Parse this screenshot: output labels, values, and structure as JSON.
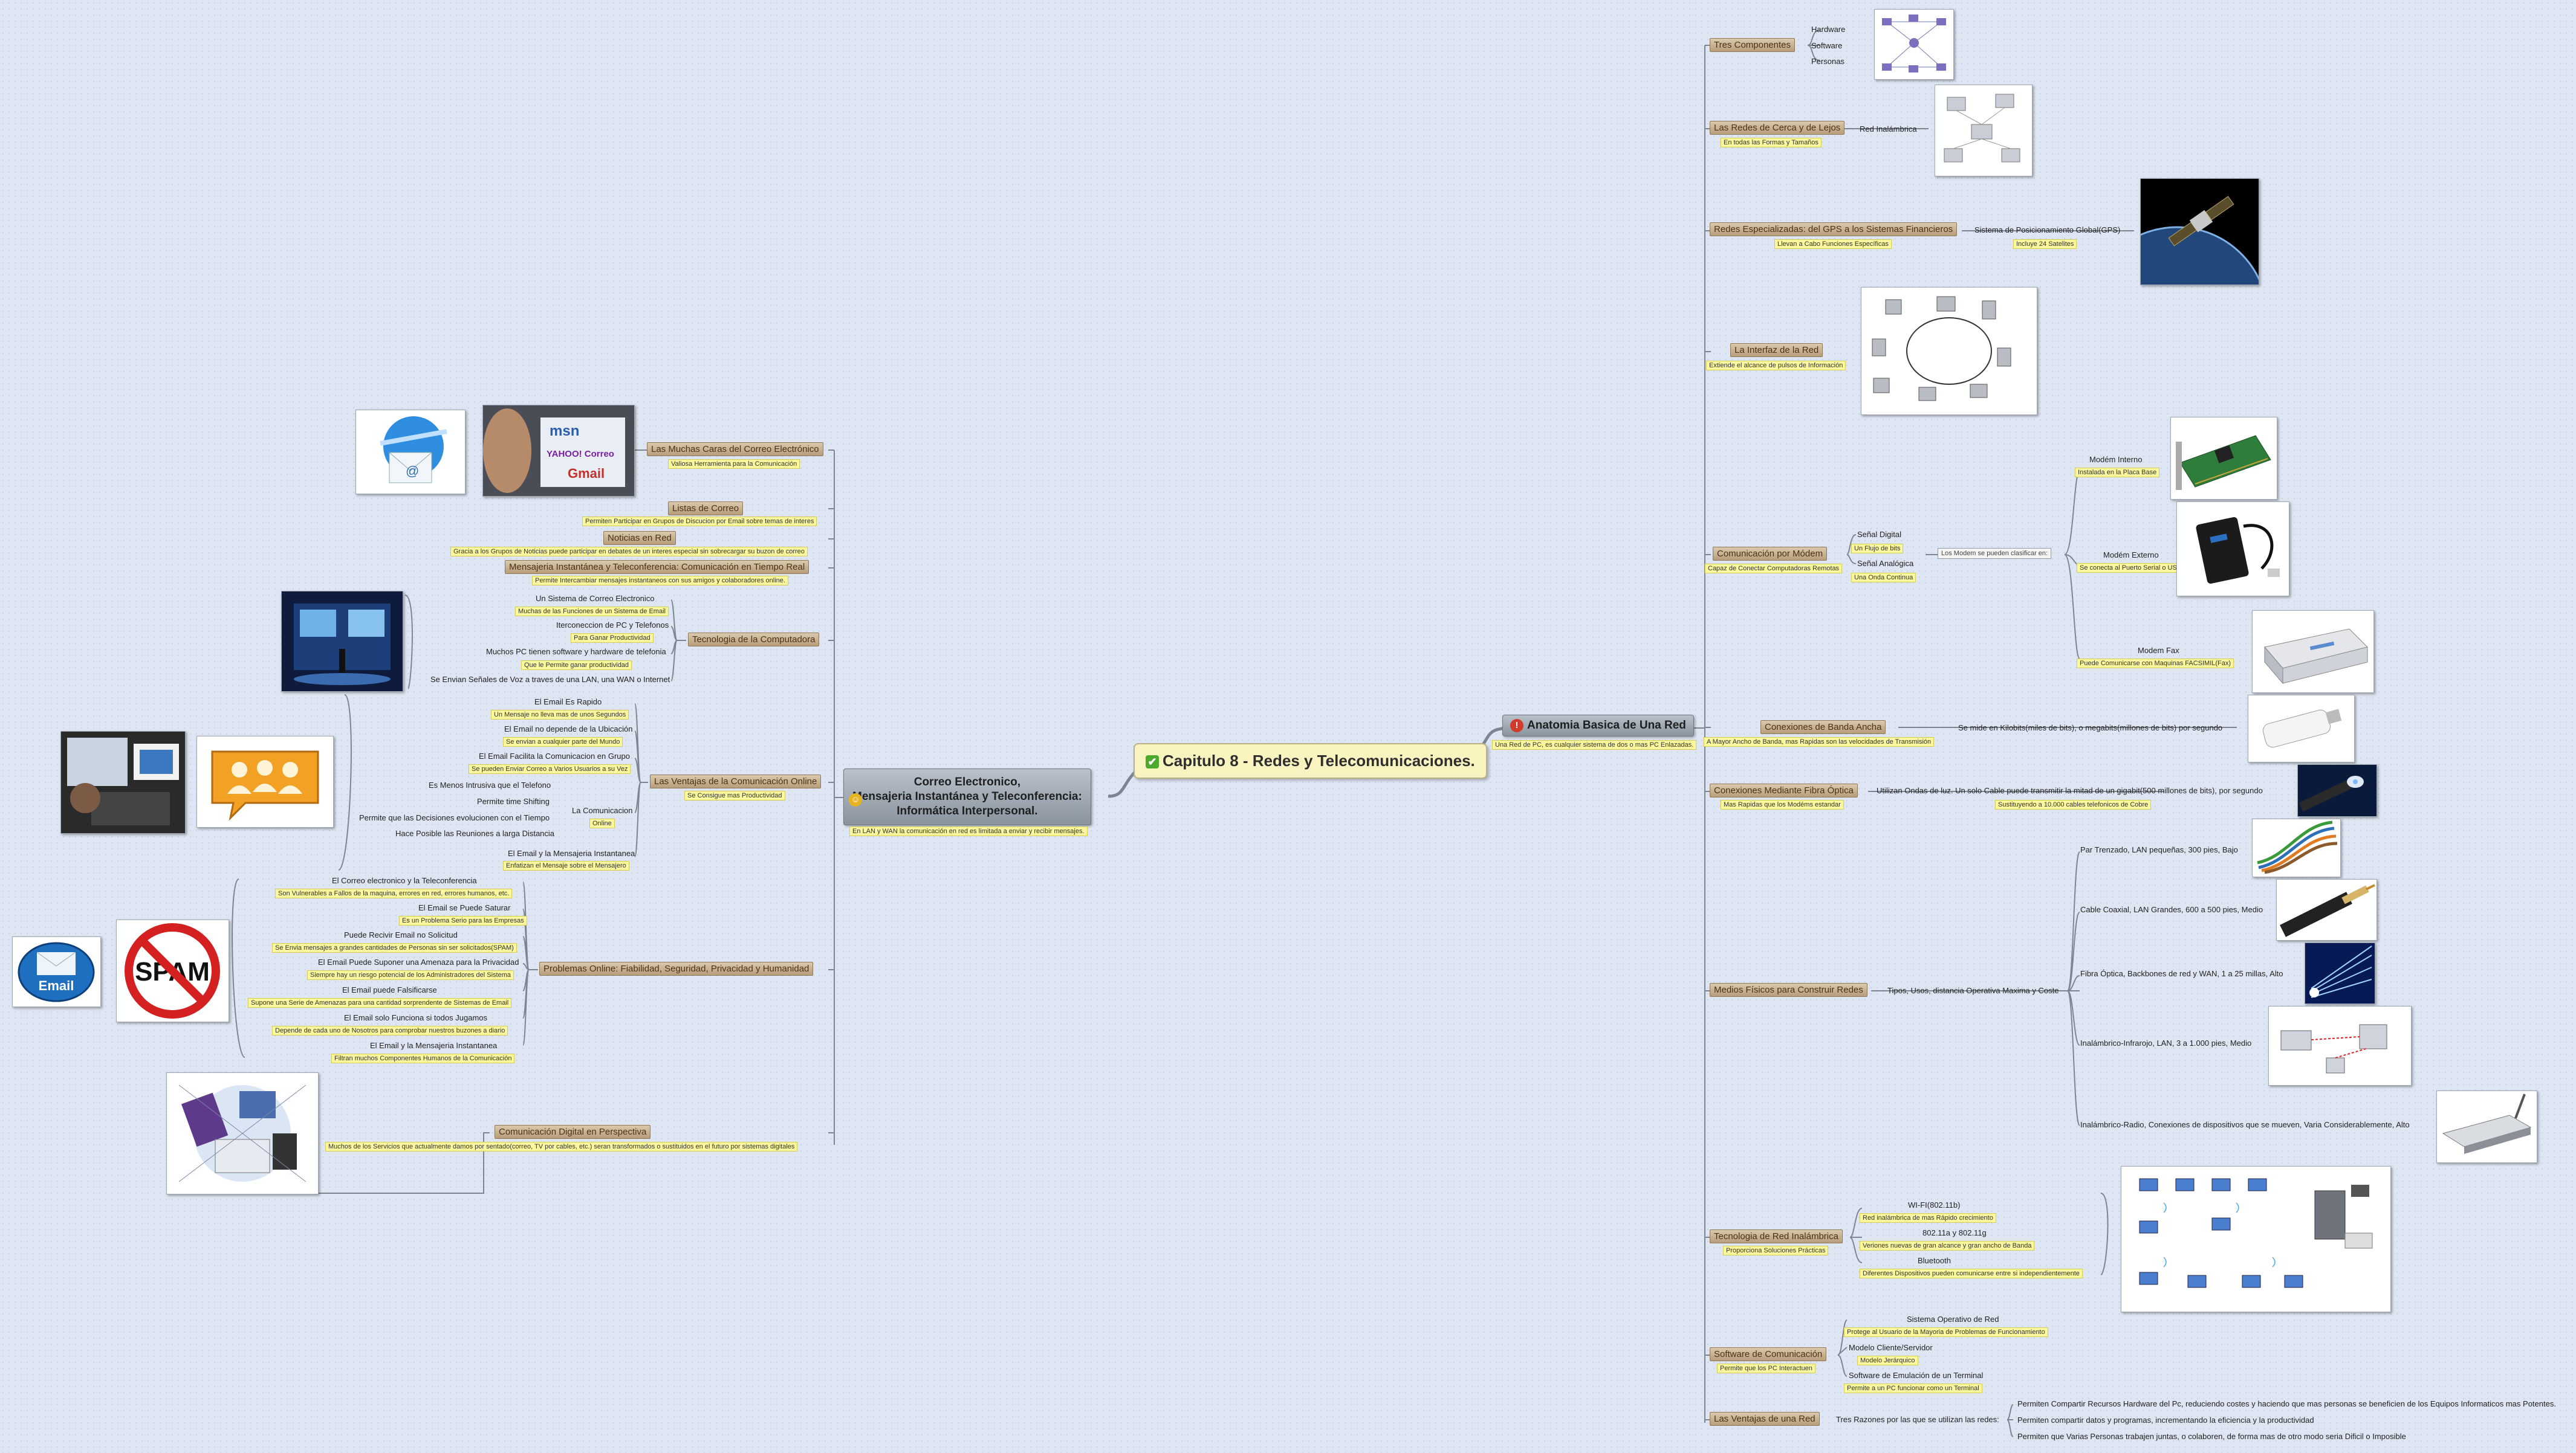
{
  "central": {
    "title": "Capitulo 8 - Redes y Telecomunicaciones."
  },
  "right_root": {
    "title": "Anatomia Basica de Una Red",
    "note": "Una Red de PC, es cualquier sistema de dos o mas PC Enlazadas."
  },
  "left_root": {
    "line1": "Correo Electronico,",
    "line2": "Mensajeria Instantánea y Teleconferencia:",
    "line3": "Informática Interpersonal.",
    "note": "En LAN y WAN la comunicación en red es limitada a enviar y recibir mensajes."
  },
  "right": {
    "tres": {
      "topic": "Tres Componentes",
      "items": [
        "Hardware",
        "Software",
        "Personas"
      ]
    },
    "cerca": {
      "topic": "Las Redes de Cerca y de Lejos",
      "note": "En todas las Formas y Tamaños",
      "item": "Red Inalámbrica"
    },
    "gps": {
      "topic": "Redes Especializadas: del GPS a los Sistemas Financieros",
      "note": "Llevan a Cabo Funciones Específicas",
      "item": "Sistema de Posicionamiento Global(GPS)",
      "item_note": "Incluye 24 Satelites"
    },
    "interfaz": {
      "topic": "La Interfaz de la Red",
      "note": "Extiende el alcance de pulsos de Información"
    },
    "modem": {
      "topic": "Comunicación por Módem",
      "note": "Capaz de Conectar Computadoras Remotas",
      "digital": "Señal Digital",
      "digital_note": "Un Flujo de bits",
      "analogica": "Señal Analógica",
      "analogica_note": "Una Onda Continua",
      "clasificar": "Los Modem se pueden clasificar en:",
      "interno": "Modém Interno",
      "interno_note": "Instalada en la Placa Base",
      "externo": "Modém Externo",
      "externo_note": "Se conecta al Puerto Serial o USB",
      "fax": "Modem Fax",
      "fax_note": "Puede Comunicarse con Maquinas FACSIMIL(Fax)"
    },
    "banda": {
      "topic": "Conexiones de Banda Ancha",
      "note": "A Mayor Ancho de Banda, mas Rapidas son las velocidades de Transmisión",
      "item": "Se mide en Kilobits(miles de bits), o megabits(millones de bits) por segundo"
    },
    "fibra": {
      "topic": "Conexiones Mediante Fibra Óptica",
      "note": "Mas Rapidas que los Modéms estandar",
      "item": "Utilizan Ondas de luz. Un solo Cable puede transmitir la mitad de un gigabit(500 millones de bits), por segundo",
      "item_note": "Sustituyendo a 10.000 cables telefonicos de Cobre"
    },
    "medios": {
      "topic": "Medios Físicos para Construir Redes",
      "item": "Tipos, Usos, distancia Operativa Maxima y Coste",
      "m1": "Par Trenzado, LAN pequeñas, 300 pies, Bajo",
      "m2": "Cable Coaxial, LAN Grandes, 600 a 500 pies, Medio",
      "m3": "Fibra Óptica, Backbones de red y WAN, 1 a 25 millas, Alto",
      "m4": "Inalámbrico-Infrarojo, LAN, 3 a 1.000 pies, Medio",
      "m5": "Inalámbrico-Radio, Conexiones de dispositivos que se mueven, Varia Considerablemente, Alto"
    },
    "inalam": {
      "topic": "Tecnologia de Red Inalámbrica",
      "note": "Proporciona Soluciones Prácticas",
      "i1": "WI-FI(802.11b)",
      "i1n": "Red inalámbrica de mas Rápido crecimiento",
      "i2": "802.11a y 802.11g",
      "i2n": "Veriones nuevas de gran alcance y gran ancho de Banda",
      "i3": "Bluetooth",
      "i3n": "Diferentes Dispositivos pueden comunicarse entre si independientemente"
    },
    "software": {
      "topic": "Software de Comunicación",
      "note": "Permite que los PC Interactuen",
      "s1": "Sistema Operativo de Red",
      "s1n": "Protege al Usuario de la Mayoria de Problemas de Funcionamiento",
      "s2": "Modelo Cliente/Servidor",
      "s2n": "Modelo Jerárquico",
      "s3": "Software de Emulación de un Terminal",
      "s3n": "Permite a un PC funcionar como un Terminal"
    },
    "ventajas": {
      "topic": "Las Ventajas de una Red",
      "item": "Tres Razones por las que se utilizan las redes:",
      "v1": "Permiten Compartir Recursos Hardware del Pc, reduciendo costes y haciendo que mas personas se beneficien de los Equipos Informaticos mas Potentes.",
      "v2": "Permiten compartir datos y programas, incrementando la eficiencia y la productividad",
      "v3": "Permiten que Varias Personas trabajen juntas, o colaboren, de forma mas de otro modo seria Dificil o Imposible"
    }
  },
  "left": {
    "caras": {
      "topic": "Las Muchas Caras del Correo Electrónico",
      "note": "Valiosa Herramienta para la Comunicación"
    },
    "listas": {
      "topic": "Listas de Correo",
      "note": "Permiten Participar en Grupos de Discucion por Email sobre temas de interes"
    },
    "noticias": {
      "topic": "Noticias en Red",
      "note": "Gracia a los Grupos de Noticias puede participar en debates de un interes especial sin sobrecargar su buzon de correo"
    },
    "mensajeria": {
      "topic": "Mensajeria Instantánea y Teleconferencia: Comunicación en Tiempo Real",
      "note": "Permite Intercambiar mensajes instantaneos con sus amigos y colaboradores online."
    },
    "tecnologia": {
      "topic": "Tecnologia de la Computadora",
      "t1": "Un Sistema de Correo Electronico",
      "t1n": "Muchas de las Funciones de un Sistema de Email",
      "t2": "Iterconeccion de PC y Telefonos",
      "t2n": "Para Ganar Productividad",
      "t3": "Muchos PC tienen software y hardware de telefonia",
      "t3n": "Que le Permite ganar productividad",
      "t4": "Se Envian Señales de Voz a traves de una LAN, una WAN o Internet"
    },
    "ventajas": {
      "topic": "Las Ventajas de la Comunicación Online",
      "note": "Se Consigue  mas Productividad",
      "v1": "El Email Es Rapido",
      "v1n": "Un Mensaje no lleva mas de unos Segundos",
      "v2": "El Email no depende de la Ubicación",
      "v2n": "Se envian a cualquier parte del Mundo",
      "v3": "El Email Facilita la Comunicacion en Grupo",
      "v3n": "Se pueden Enviar Correo a Varios Usuarios a su Vez",
      "v4": "Es Menos Intrusiva que el Telefono",
      "v5": "Permite time Shifting",
      "v6": "Permite que las Decisiones evolucionen con el Tiempo",
      "v7": "Hace Posible las Reuniones a larga Distancia",
      "v8": "El Email y la Mensajeria Instantanea",
      "v8n": "Enfatizan el Mensaje sobre el Mensajero",
      "online": "La Comunicacion",
      "online2": "Online"
    },
    "problemas": {
      "topic": "Problemas Online: Fiabilidad, Seguridad, Privacidad y Humanidad",
      "p1": "El Correo electronico y la Teleconferencia",
      "p1n": "Son Vulnerables a Fallos de la maquina, errores en red, errores humanos, etc.",
      "p2": "El Email se Puede Saturar",
      "p2n": "Es un Problema Serio para las Empresas",
      "p3": "Puede Recivir Email no Solicitud",
      "p3n": "Se Envia mensajes a grandes cantidades de Personas sin ser solicitados(SPAM)",
      "p4": "El Email Puede Suponer una Amenaza para la Privacidad",
      "p4n": "Siempre hay un riesgo potencial de los Administradores del Sistema",
      "p5": "El Email puede Falsificarse",
      "p5n": "Supone una Serie de Amenazas para una cantidad sorprendente de Sistemas de Email",
      "p6": "El Email solo Funciona si todos Jugamos",
      "p6n": "Depende de cada uno  de Nosotros para comprobar nuestros buzones a diario",
      "p7": "El Email y la Mensajeria Instantanea",
      "p7n": "Filtran muchos Componentes Humanos de la Comunicación"
    },
    "digital": {
      "topic": "Comunicación Digital en Perspectiva",
      "note": "Muchos de los Servicios que actualmente damos por sentado(correo, TV por cables, etc.) seran transformados o sustituidos en el futuro por sistemas digitales"
    }
  },
  "images": {
    "email_logo": "Email",
    "spam_logo": "SPAM",
    "msn": "msn",
    "yahoo": "YAHOO! Correo",
    "gmail": "Gmail"
  },
  "colors": {
    "background": "#dfe6f3",
    "topic": "#c4ad8c",
    "note": "#fbf79c",
    "central": "#f8f3bf",
    "main": "#9aa3ad"
  }
}
